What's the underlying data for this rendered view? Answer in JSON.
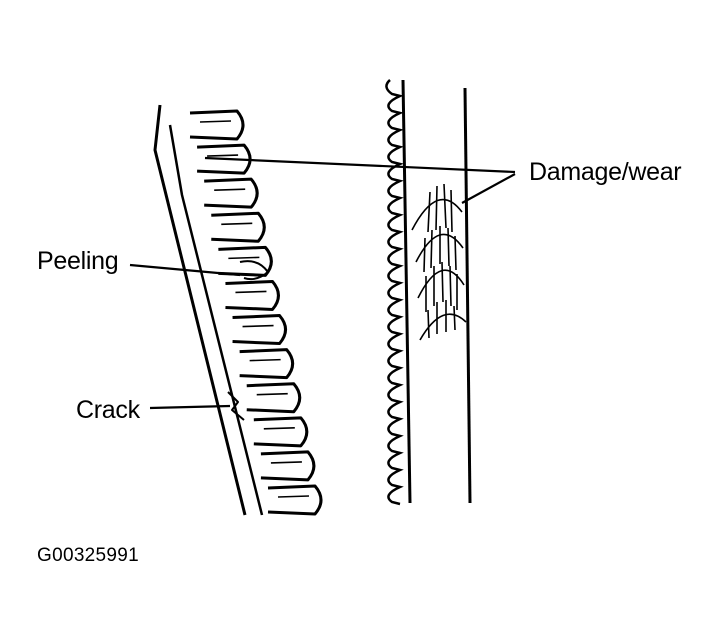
{
  "labels": {
    "damage": "Damage/wear",
    "peeling": "Peeling",
    "crack": "Crack"
  },
  "figure_id": "G00325991",
  "colors": {
    "ink": "#000000",
    "background": "#ffffff"
  }
}
